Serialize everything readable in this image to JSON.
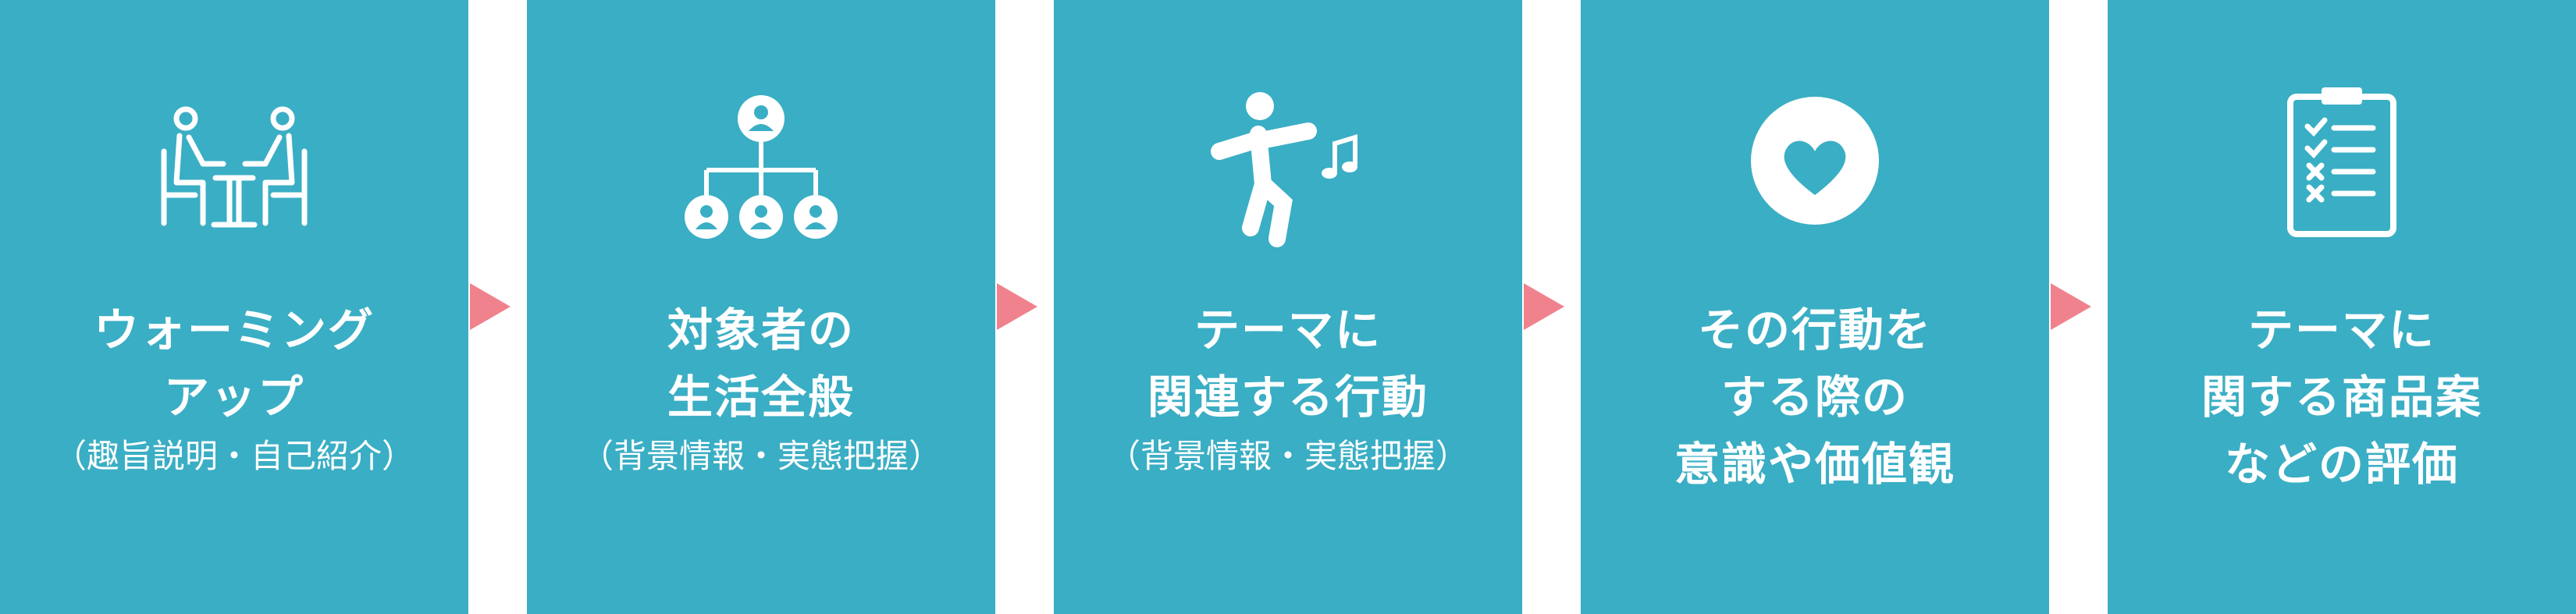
{
  "accent_color": "#3aaec4",
  "arrow_color": "#f0828e",
  "steps": [
    {
      "icon": "meeting-icon",
      "title": [
        "ウォーミング",
        "アップ"
      ],
      "subtitle": "（趣旨説明・自己紹介）"
    },
    {
      "icon": "org-chart-icon",
      "title": [
        "対象者の",
        "生活全般"
      ],
      "subtitle": "（背景情報・実態把握）"
    },
    {
      "icon": "dancing-person-icon",
      "title": [
        "テーマに",
        "関連する行動"
      ],
      "subtitle": "（背景情報・実態把握）"
    },
    {
      "icon": "heart-icon",
      "title": [
        "その行動を",
        "する際の",
        "意識や価値観"
      ],
      "subtitle": ""
    },
    {
      "icon": "checklist-clipboard-icon",
      "title": [
        "テーマに",
        "関する商品案",
        "などの評価"
      ],
      "subtitle": ""
    }
  ]
}
